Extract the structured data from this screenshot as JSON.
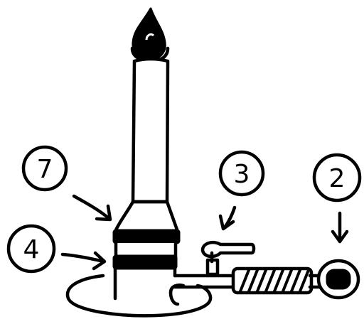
{
  "labels": {
    "seven": "7",
    "four": "4",
    "three": "3",
    "two": "2"
  },
  "colors": {
    "ink": "#000000",
    "paper": "#ffffff"
  }
}
